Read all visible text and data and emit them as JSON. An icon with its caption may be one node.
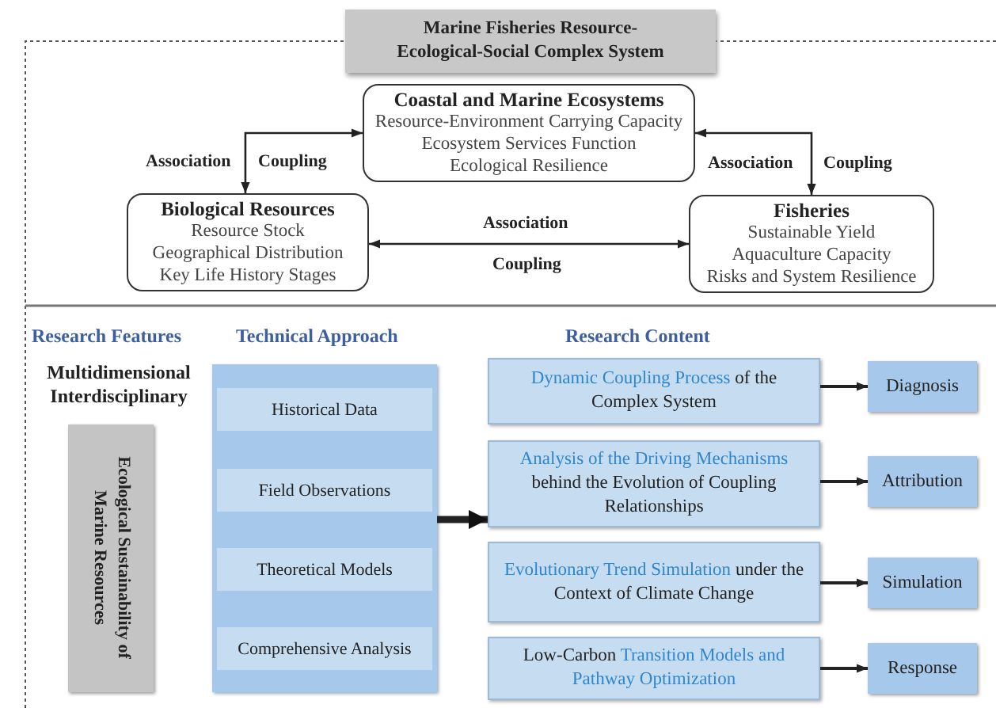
{
  "diagram": {
    "nodes": [
      {
        "text": [
          "Marine Fisheries Resource-Ecological-Social Complex System"
        ]
      },
      {
        "text": [
          "Coastal and Marine Ecosystems",
          "Resource-Environment Carrying Capacity",
          "Ecosystem Services Function",
          "Ecological Resilience"
        ]
      },
      {
        "text": [
          "Biological Resources",
          "Resource Stock",
          "Geographical Distribution",
          "Key Life History Stages"
        ]
      },
      {
        "text": [
          "Fisheries",
          "Sustainable Yield",
          "Aquaculture Capacity",
          "Risks and System Resilience"
        ]
      },
      {
        "text": [
          "Ecological Sustainability of Marine Resources"
        ]
      },
      {
        "text": [],
        "shape": "box"
      },
      {
        "text": [
          "Historical Data"
        ],
        "in": 5
      },
      {
        "text": [
          "Field Observations"
        ],
        "in": 5
      },
      {
        "text": [
          "Theoretical Models"
        ],
        "in": 5
      },
      {
        "text": [
          "Comprehensive Analysis"
        ],
        "in": 5
      },
      {
        "text": [
          "Dynamic Coupling Process",
          "of the Complex System"
        ]
      },
      {
        "text": [
          "Analysis of the Driving Mechanisms",
          "behind the Evolution of Coupling Relationships"
        ]
      },
      {
        "text": [
          "Evolutionary Trend Simulation",
          "under the Context of Climate Change"
        ]
      },
      {
        "text": [
          "Low-Carbon",
          "Transition Models and Pathway Optimization"
        ]
      },
      {
        "text": [
          "Diagnosis"
        ]
      },
      {
        "text": [
          "Attribution"
        ]
      },
      {
        "text": [
          "Simulation"
        ]
      },
      {
        "text": [
          "Response"
        ]
      }
    ],
    "edges": [
      {
        "from": 1,
        "to": 2,
        "arrow": "both",
        "label": "Association"
      },
      {
        "from": 1,
        "to": 3,
        "arrow": "both",
        "label": "Association"
      },
      {
        "from": 2,
        "to": 3,
        "arrow": "both",
        "label": "Association"
      },
      {
        "from": 5,
        "to": 11,
        "arrow": "to",
        "style": "thick"
      },
      {
        "from": 10,
        "to": 14,
        "arrow": "to"
      },
      {
        "from": 11,
        "to": 15,
        "arrow": "to"
      },
      {
        "from": 12,
        "to": 16,
        "arrow": "to"
      },
      {
        "from": 13,
        "to": 17,
        "arrow": "to"
      }
    ],
    "labels": [
      "Coupling",
      "Coupling",
      "Coupling",
      "Research Features",
      "Technical Approach",
      "Research Content",
      "Multidimensional Interdisciplinary"
    ]
  }
}
